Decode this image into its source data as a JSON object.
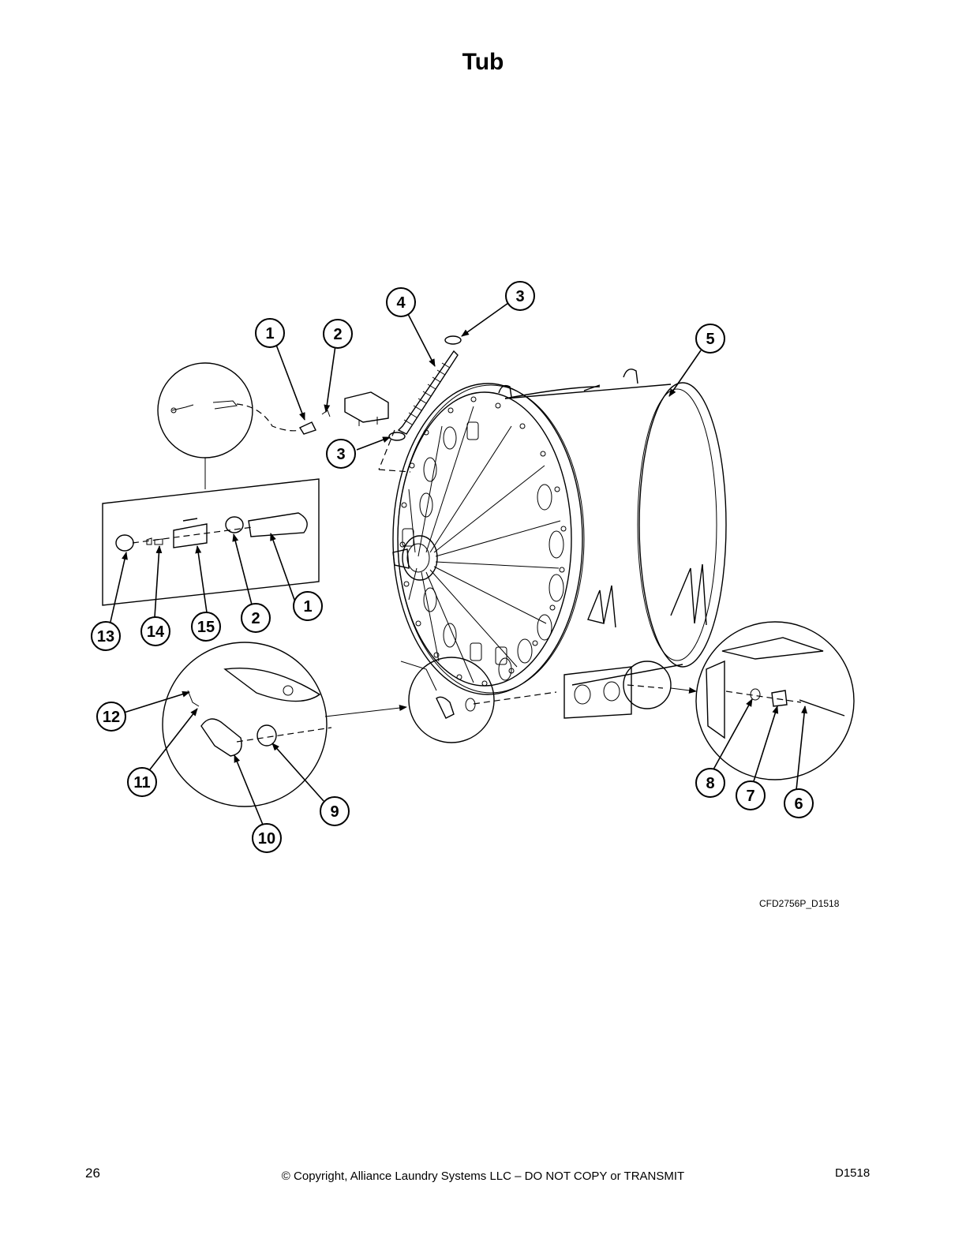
{
  "title": "Tub",
  "figure_id": "CFD2756P_D1518",
  "footer": {
    "page_number": "26",
    "copyright": "© Copyright, Alliance Laundry Systems LLC – DO NOT COPY or TRANSMIT",
    "doc_id": "D1518"
  },
  "callouts": [
    "1",
    "2",
    "4",
    "3",
    "5",
    "3",
    "1",
    "2",
    "13",
    "14",
    "15",
    "12",
    "11",
    "10",
    "9",
    "8",
    "7",
    "6"
  ]
}
